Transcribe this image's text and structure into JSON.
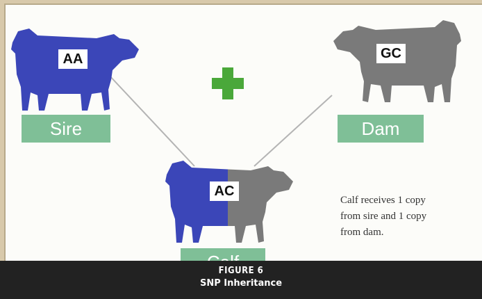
{
  "diagram": {
    "sire": {
      "label": "Sire",
      "genotype": "AA",
      "color": "#3b46b8"
    },
    "dam": {
      "label": "Dam",
      "genotype": "GC",
      "color": "#7a7a7a"
    },
    "calf": {
      "label": "Calf",
      "genotype": "AC"
    },
    "plus_color": "#4aa83a",
    "label_color": "#7fbf97",
    "note": [
      "Calf receives 1 copy",
      "from sire and 1 copy",
      "from dam."
    ]
  },
  "caption": {
    "number": "FIGURE 6",
    "title": "SNP Inheritance"
  }
}
